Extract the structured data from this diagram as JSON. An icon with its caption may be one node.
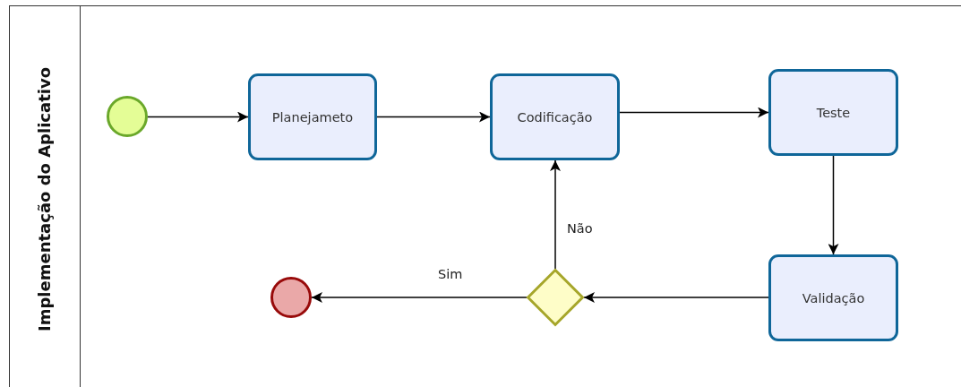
{
  "diagram": {
    "nodes": [
      {
        "text": [
          "Implementação do Aplicativo"
        ]
      },
      {
        "text": [],
        "shape": "circle",
        "in": 0
      },
      {
        "text": [
          "Planejameto"
        ],
        "in": 0
      },
      {
        "text": [
          "Codificação"
        ],
        "in": 0
      },
      {
        "text": [
          "Teste"
        ],
        "in": 0
      },
      {
        "text": [
          "Validação"
        ],
        "in": 0
      },
      {
        "text": [],
        "shape": "diamond",
        "in": 0
      },
      {
        "text": [],
        "shape": "circle",
        "in": 0
      }
    ],
    "edges": [
      {
        "from": 1,
        "to": 2,
        "arrow": "to"
      },
      {
        "from": 2,
        "to": 3,
        "arrow": "to"
      },
      {
        "from": 3,
        "to": 4,
        "arrow": "to"
      },
      {
        "from": 4,
        "to": 5,
        "arrow": "to"
      },
      {
        "from": 5,
        "to": 6,
        "arrow": "to"
      },
      {
        "from": 6,
        "to": 3,
        "arrow": "to",
        "label": "Não"
      },
      {
        "from": 6,
        "to": 7,
        "arrow": "to",
        "label": "Sim"
      }
    ]
  }
}
